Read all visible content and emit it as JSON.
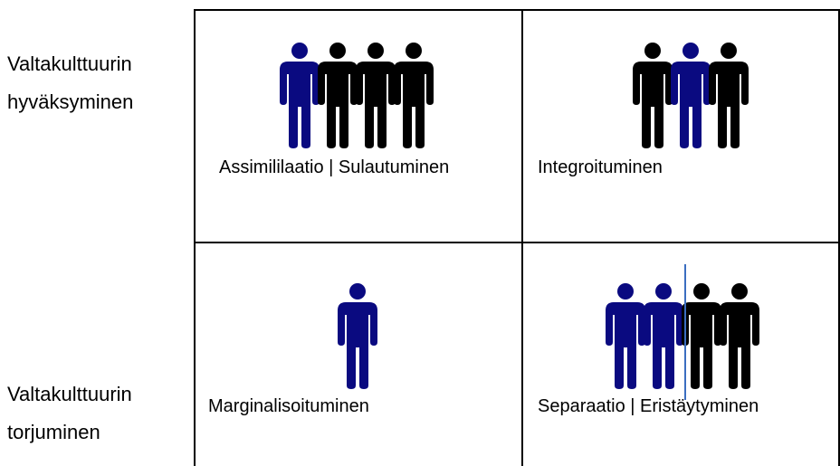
{
  "rows": {
    "top_label": [
      "Valtakulttuurin",
      "hyväksyminen"
    ],
    "bottom_label": [
      "Valtakulttuurin",
      "torjuminen"
    ]
  },
  "cells": {
    "assimilation": {
      "title": "Assimililaatio | Sulautuminen",
      "figures": [
        "blue",
        "black",
        "black",
        "black"
      ]
    },
    "integration": {
      "title": "Integroituminen",
      "figures": [
        "black",
        "blue",
        "black"
      ]
    },
    "marginalization": {
      "title": "Marginalisoituminen",
      "figures": [
        "blue"
      ]
    },
    "separation": {
      "title": "Separaatio | Eristäytyminen",
      "figures": [
        "blue",
        "blue",
        "black",
        "black"
      ]
    }
  },
  "colors": {
    "blue": "#0a0a80",
    "black": "#000000",
    "divider": "#3b6ec0"
  },
  "icons": {
    "figure": "person-icon"
  }
}
